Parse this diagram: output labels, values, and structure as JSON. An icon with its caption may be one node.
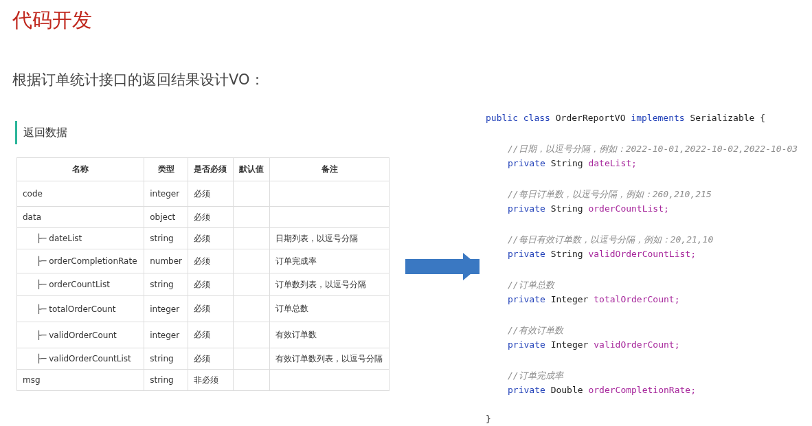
{
  "diagram": {
    "title": "代码开发",
    "nodes": [
      {
        "text": [
          "返回数据"
        ]
      },
      {
        "text": [
          "public class OrderReportVO implements Serializable {",
          "//日期，以逗号分隔，例如：2022-10-01,2022-10-02,2022-10-03",
          "private String dateList;",
          "//每日订单数，以逗号分隔，例如：260,210,215",
          "private String orderCountList;",
          "//每日有效订单数，以逗号分隔，例如：20,21,10",
          "private String validOrderCountList;",
          "//订单总数",
          "private Integer totalOrderCount;",
          "//有效订单数",
          "private Integer validOrderCount;",
          "//订单完成率",
          "private Double orderCompletionRate;",
          "}"
        ]
      }
    ],
    "edges": [
      {
        "from": 0,
        "to": 1,
        "arrow": "to"
      }
    ],
    "labels": [
      "根据订单统计接口的返回结果设计VO：",
      "名称",
      "类型",
      "是否必须",
      "默认值",
      "备注",
      "code",
      "integer",
      "必须",
      "data",
      "object",
      "必须",
      "├─ dateList",
      "string",
      "必须",
      "日期列表，以逗号分隔",
      "├─ orderCompletionRate",
      "number",
      "必须",
      "订单完成率",
      "├─ orderCountList",
      "string",
      "必须",
      "订单数列表，以逗号分隔",
      "├─ totalOrderCount",
      "integer",
      "必须",
      "订单总数",
      "├─ validOrderCount",
      "integer",
      "必须",
      "有效订单数",
      "├─ validOrderCountList",
      "string",
      "必须",
      "有效订单数列表，以逗号分隔",
      "msg",
      "string",
      "非必须"
    ]
  }
}
